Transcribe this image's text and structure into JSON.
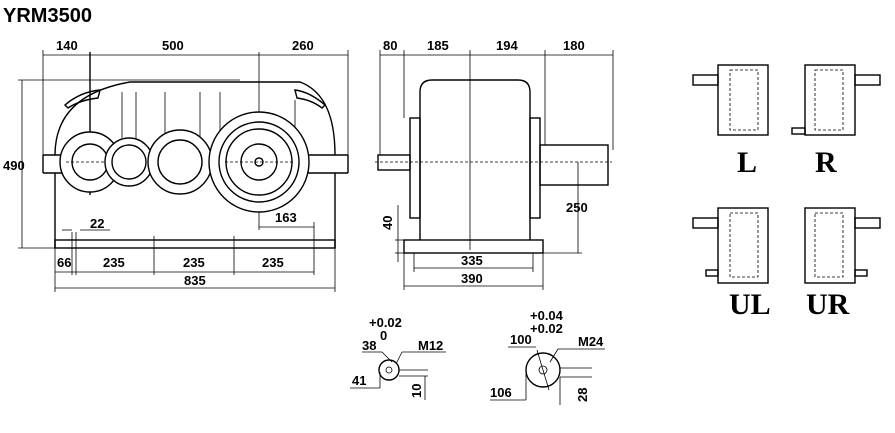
{
  "title": "YRM3500",
  "front_view": {
    "top_dims": [
      "140",
      "500",
      "260"
    ],
    "height": "490",
    "shaft_offset": "163",
    "hole": "22",
    "bottom_dims": [
      "66",
      "235",
      "235",
      "235"
    ],
    "overall_length": "835"
  },
  "side_view": {
    "top_dims": [
      "80",
      "185",
      "194",
      "180"
    ],
    "base_height": "40",
    "shaft_height": "250",
    "inner_width": "335",
    "overall_width": "390"
  },
  "mounting_positions": [
    "L",
    "R",
    "UL",
    "UR"
  ],
  "input_shaft": {
    "tol_upper": "+0.02",
    "tol_lower": "0",
    "diameter": "38",
    "thread": "M12",
    "key_height": "41",
    "key_width": "10"
  },
  "output_shaft": {
    "tol_upper": "+0.04",
    "tol_lower": "+0.02",
    "diameter": "100",
    "thread": "M24",
    "key_height": "106",
    "key_width": "28"
  }
}
